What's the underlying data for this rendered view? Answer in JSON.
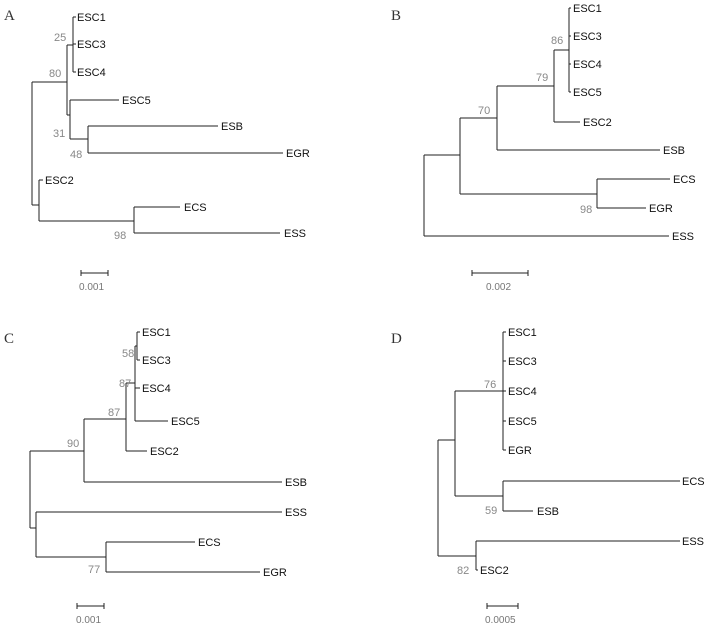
{
  "panels": [
    {
      "letter": "A",
      "leaves": [
        "ESC1",
        "ESC3",
        "ESC4",
        "ESC5",
        "ESB",
        "EGR",
        "ESC2",
        "ECS",
        "ESS"
      ],
      "support": [
        "25",
        "80",
        "31",
        "48",
        "98"
      ],
      "scale_label": "0.001"
    },
    {
      "letter": "B",
      "leaves": [
        "ESC1",
        "ESC3",
        "ESC4",
        "ESC5",
        "ESC2",
        "ESB",
        "ECS",
        "EGR",
        "ESS"
      ],
      "support": [
        "86",
        "79",
        "70",
        "98"
      ],
      "scale_label": "0.002"
    },
    {
      "letter": "C",
      "leaves": [
        "ESC1",
        "ESC3",
        "ESC4",
        "ESC5",
        "ESC2",
        "ESB",
        "ESS",
        "ECS",
        "EGR"
      ],
      "support": [
        "58",
        "87",
        "87",
        "90",
        "77"
      ],
      "scale_label": "0.001"
    },
    {
      "letter": "D",
      "leaves": [
        "ESC1",
        "ESC3",
        "ESC4",
        "ESC5",
        "EGR",
        "ECS",
        "ESB",
        "ESS",
        "ESC2"
      ],
      "support": [
        "76",
        "59",
        "82"
      ],
      "scale_label": "0.0005"
    }
  ]
}
